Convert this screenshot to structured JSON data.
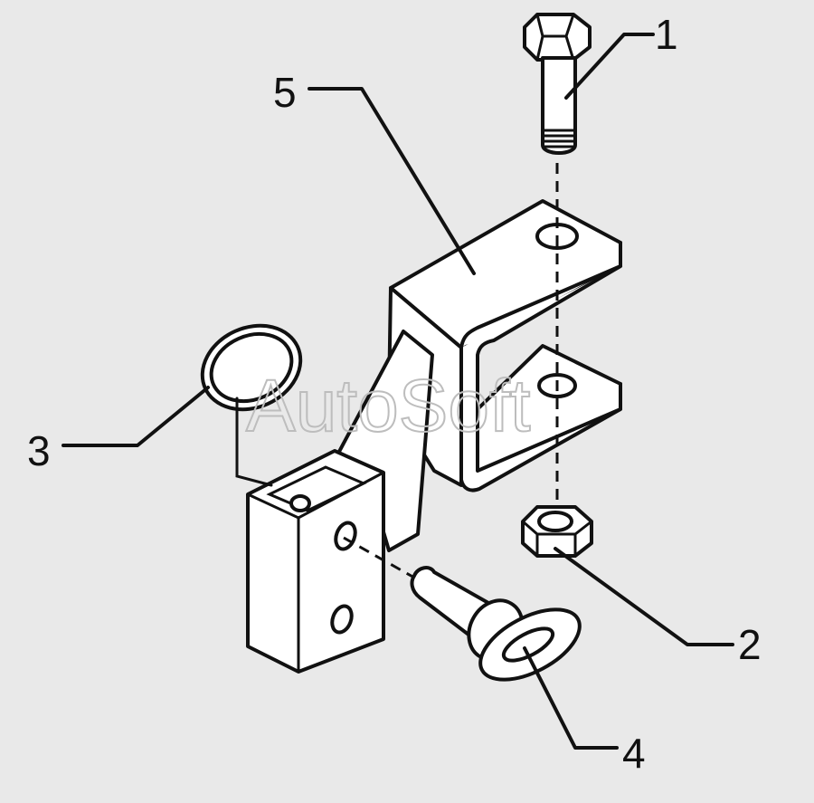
{
  "watermark": "AutoSoft",
  "callouts": [
    {
      "id": "1",
      "label": "1"
    },
    {
      "id": "2",
      "label": "2"
    },
    {
      "id": "3",
      "label": "3"
    },
    {
      "id": "4",
      "label": "4"
    },
    {
      "id": "5",
      "label": "5"
    }
  ],
  "colors": {
    "background": "#e9e9e9",
    "line": "#111111",
    "fill": "#ffffff"
  }
}
